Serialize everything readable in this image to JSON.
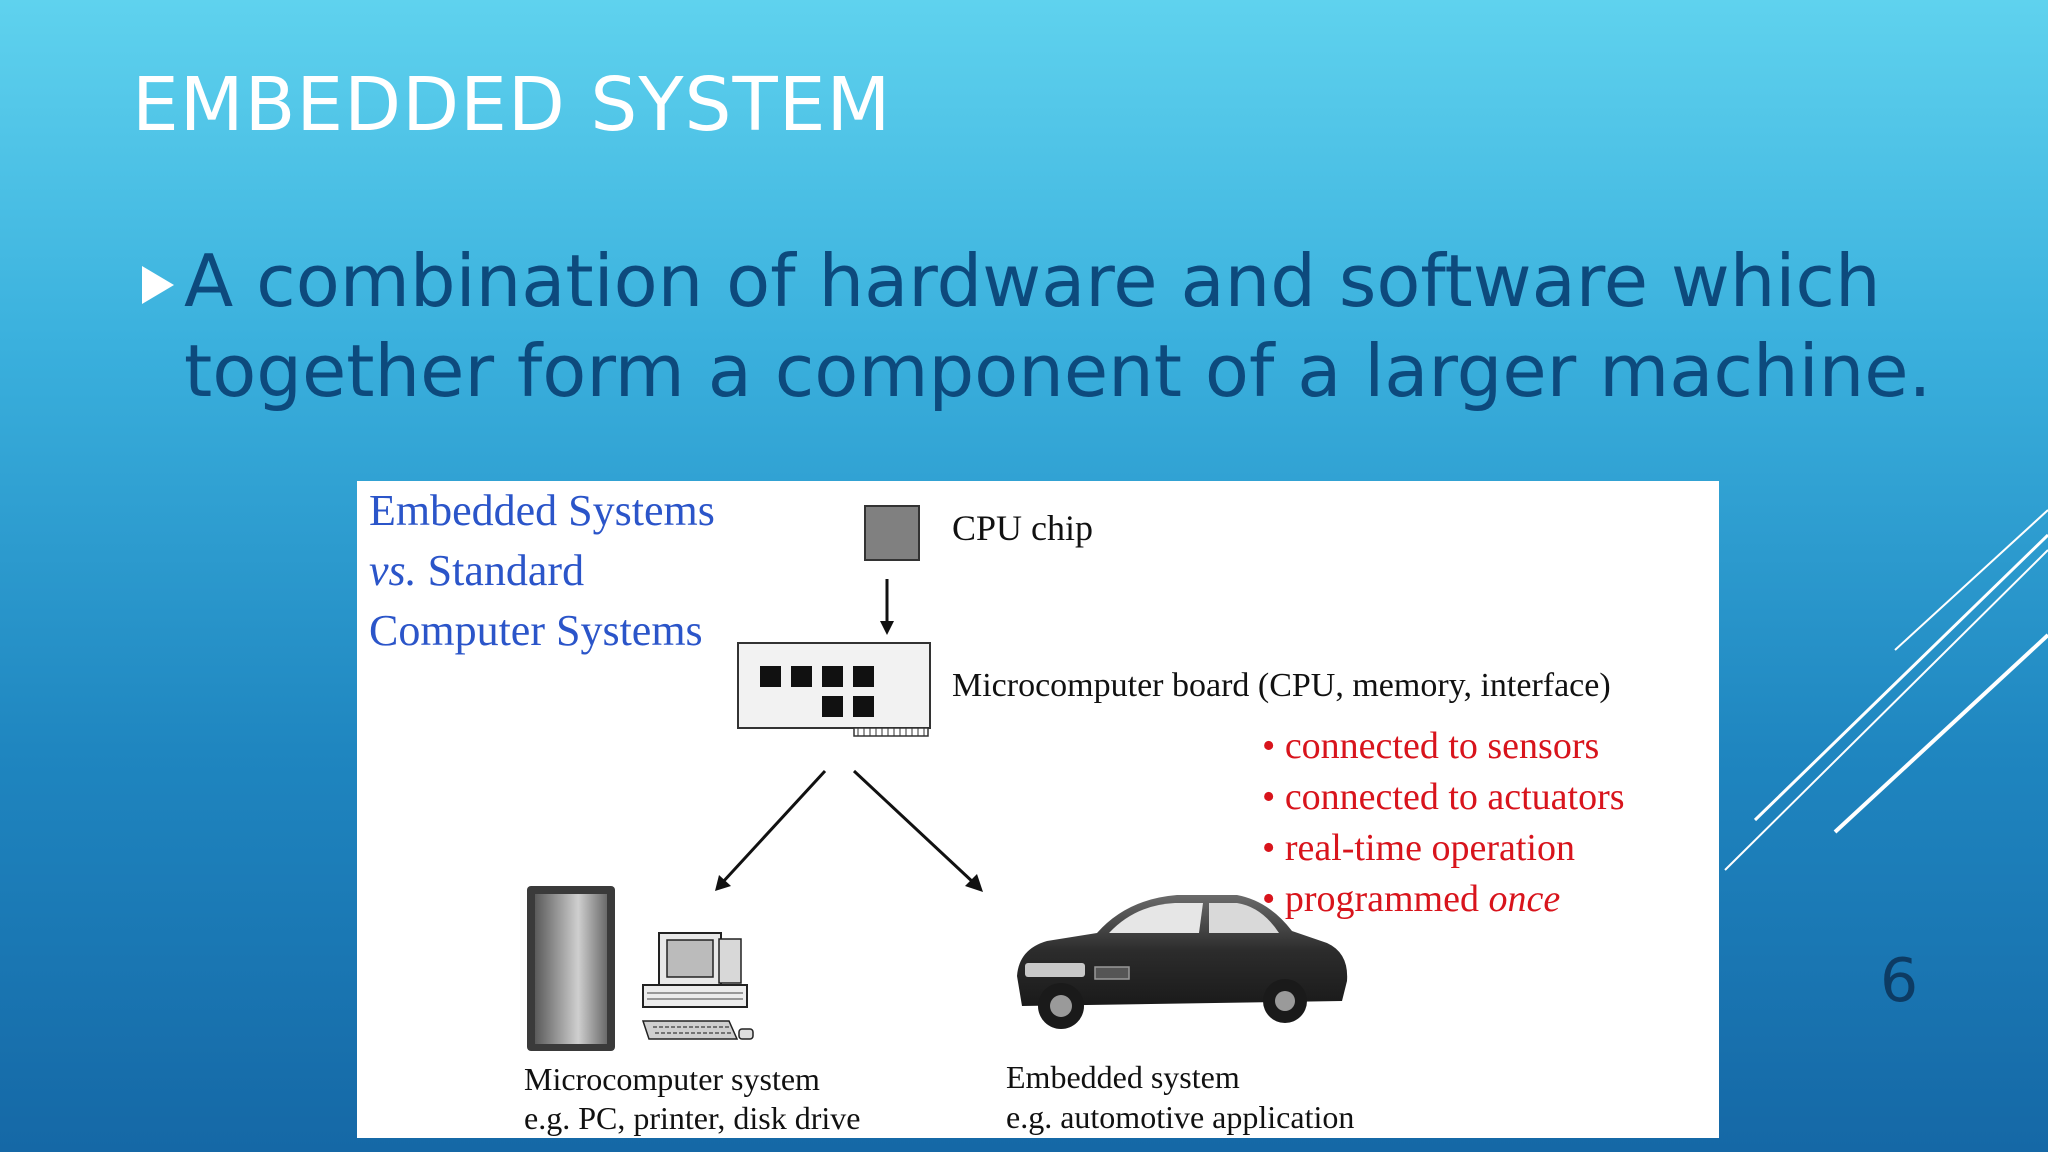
{
  "slide": {
    "title": "EMBEDDED SYSTEM",
    "bullet": "A combination of hardware and software which together form a component of a larger machine.",
    "page_number": "6"
  },
  "figure": {
    "heading_line1": "Embedded Systems",
    "heading_vs": "vs.",
    "heading_line2_rest": "Standard",
    "heading_line3": "Computer Systems",
    "cpu_label": "CPU chip",
    "board_label": "Microcomputer board (CPU, memory, interface)",
    "embedded_features": [
      {
        "text": "connected to sensors"
      },
      {
        "text": "connected to actuators"
      },
      {
        "text": "real-time operation"
      },
      {
        "text": "programmed ",
        "emphasis": "once"
      }
    ],
    "micro_system_label": "Microcomputer system",
    "micro_system_example": "e.g. PC, printer, disk drive",
    "embedded_system_label": "Embedded system",
    "embedded_system_example": "e.g. automotive application"
  }
}
